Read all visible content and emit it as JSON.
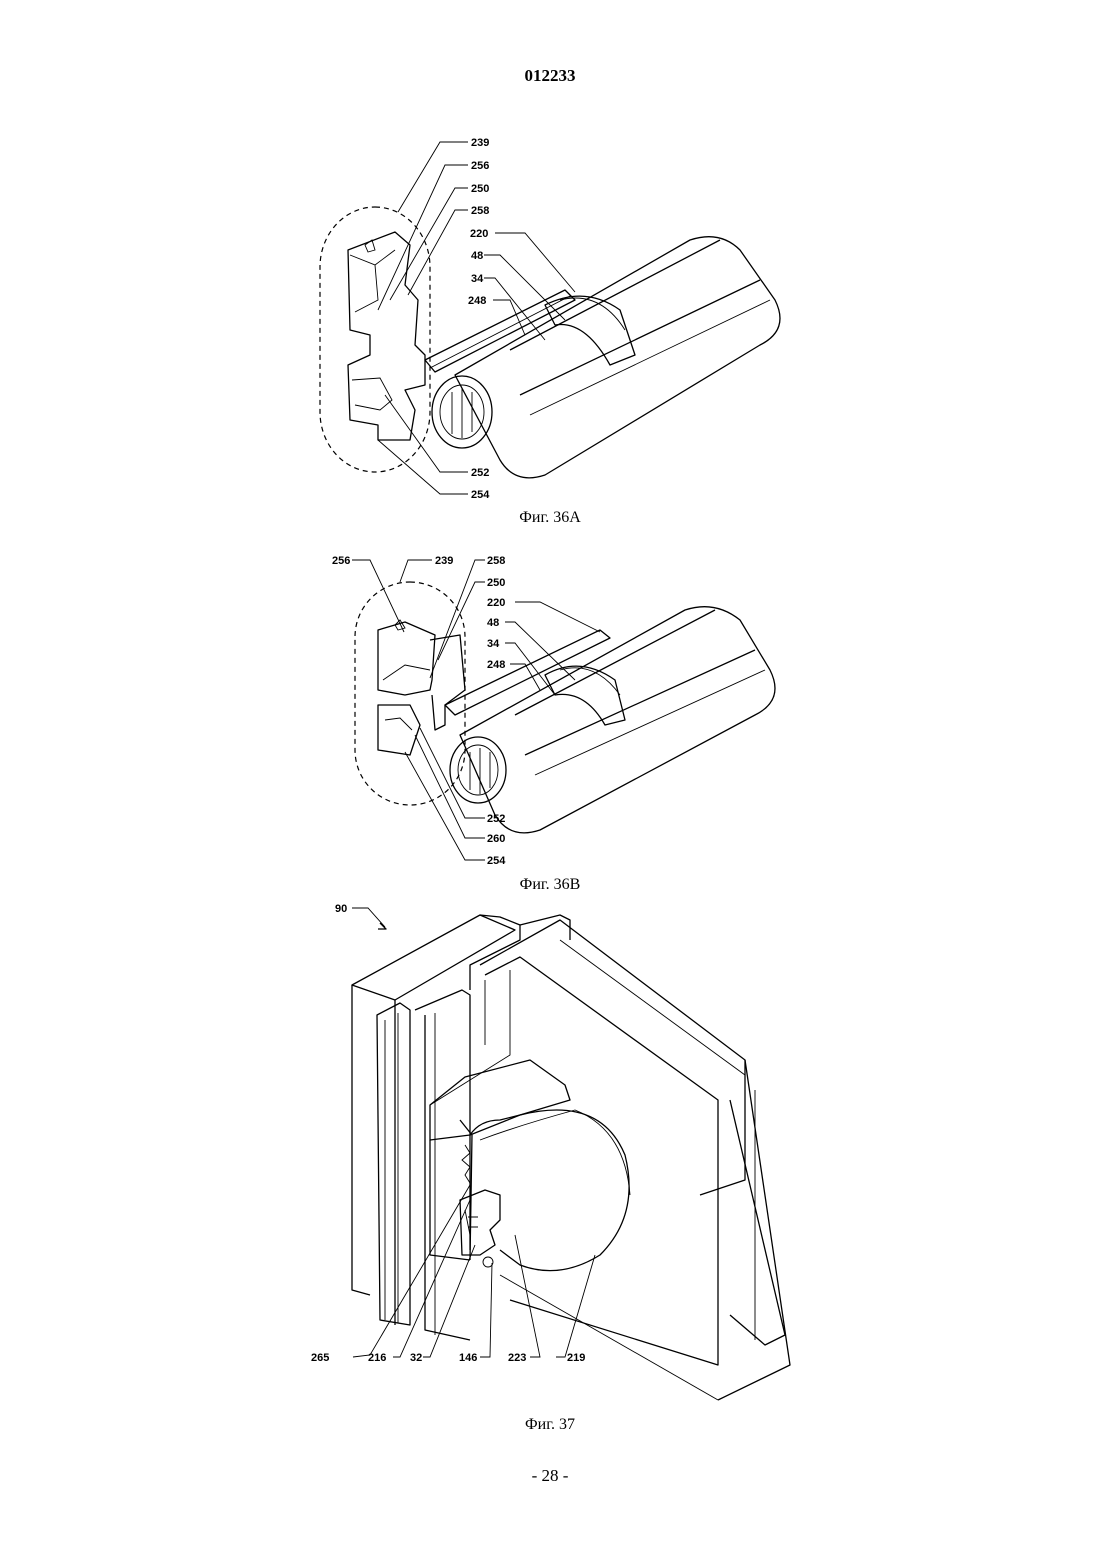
{
  "header": {
    "doc_number": "012233"
  },
  "figures": [
    {
      "caption": "Фиг. 36A",
      "refs": [
        "239",
        "256",
        "250",
        "258",
        "220",
        "48",
        "34",
        "248",
        "252",
        "254"
      ]
    },
    {
      "caption": "Фиг. 36B",
      "refs": [
        "256",
        "239",
        "258",
        "250",
        "220",
        "48",
        "34",
        "248",
        "252",
        "260",
        "254"
      ]
    },
    {
      "caption": "Фиг. 37",
      "refs": [
        "90",
        "265",
        "216",
        "32",
        "146",
        "223",
        "219"
      ]
    }
  ],
  "footer": {
    "page_number": "- 28 -"
  }
}
